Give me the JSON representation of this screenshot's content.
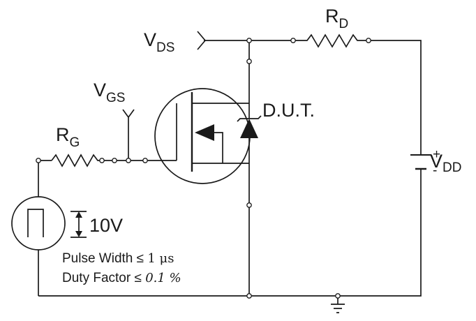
{
  "diagram": {
    "labels": {
      "rd_main": "R",
      "rd_sub": "D",
      "vds_main": "V",
      "vds_sub": "DS",
      "vgs_main": "V",
      "vgs_sub": "GS",
      "rg_main": "R",
      "rg_sub": "G",
      "dut": "D.U.T.",
      "vdd_main": "V",
      "vdd_sub": "DD",
      "vdd_plus": "+",
      "vdd_minus": "-",
      "amplitude": "10V",
      "pulse_width_text": "Pulse Width ≤ ",
      "pulse_width_value": "1 μs",
      "duty_factor_text": "Duty Factor ≤ ",
      "duty_factor_value": "0.1 %"
    },
    "colors": {
      "line": "#1a1a1a",
      "background": "#ffffff"
    }
  }
}
